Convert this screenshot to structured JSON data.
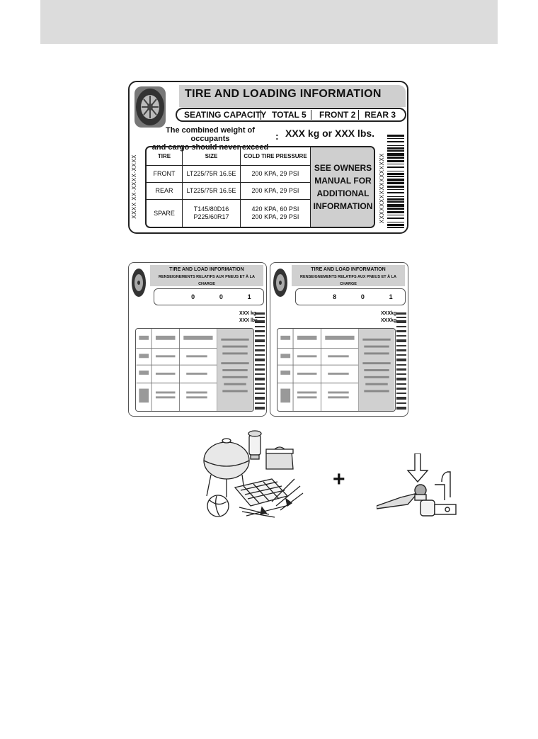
{
  "main_label": {
    "title": "TIRE AND LOADING INFORMATION",
    "seating": {
      "label": "SEATING CAPACITY",
      "total": "TOTAL 5",
      "front": "FRONT 2",
      "rear": "REAR 3"
    },
    "combined_line1": "The combined weight of occupants",
    "combined_line2": "and cargo should never exceed",
    "colon": ":",
    "weight": "XXX kg or XXX lbs.",
    "left_code": "XXXX XX-XXXX-XXXX",
    "right_code": "XXXXXXXXXXXXXXXXX",
    "table": {
      "headers": [
        "TIRE",
        "SIZE",
        "COLD TIRE PRESSURE"
      ],
      "rows": [
        {
          "tire": "FRONT",
          "size": "LT225/75R 16.5E",
          "pressure": "200 KPA, 29 PSI"
        },
        {
          "tire": "REAR",
          "size": "LT225/75R 16.5E",
          "pressure": "200 KPA, 29 PSI"
        },
        {
          "tire": "SPARE",
          "size_line1": "T145/80D16",
          "size_line2": "P225/60R17",
          "pressure_line1": "420 KPA, 60 PSI",
          "pressure_line2": "200 KPA, 29 PSI"
        }
      ],
      "see_owners": [
        "SEE OWNERS",
        "MANUAL FOR",
        "ADDITIONAL",
        "INFORMATION"
      ]
    }
  },
  "bilingual": {
    "title_en": "TIRE AND LOAD INFORMATION",
    "title_fr": "RENSEIGNEMENTS RELATIFS AUX PNEUS ET À LA CHARGE",
    "left_total": "0",
    "left_front": "0",
    "left_rear": "1",
    "left_kg": "XXX kg",
    "left_lbs": "XXX lbs.",
    "right_total": "8",
    "right_front": "0",
    "right_rear": "1",
    "right_kg": "XXXkg.",
    "right_lbs": "XXXkg."
  },
  "plus": "+"
}
